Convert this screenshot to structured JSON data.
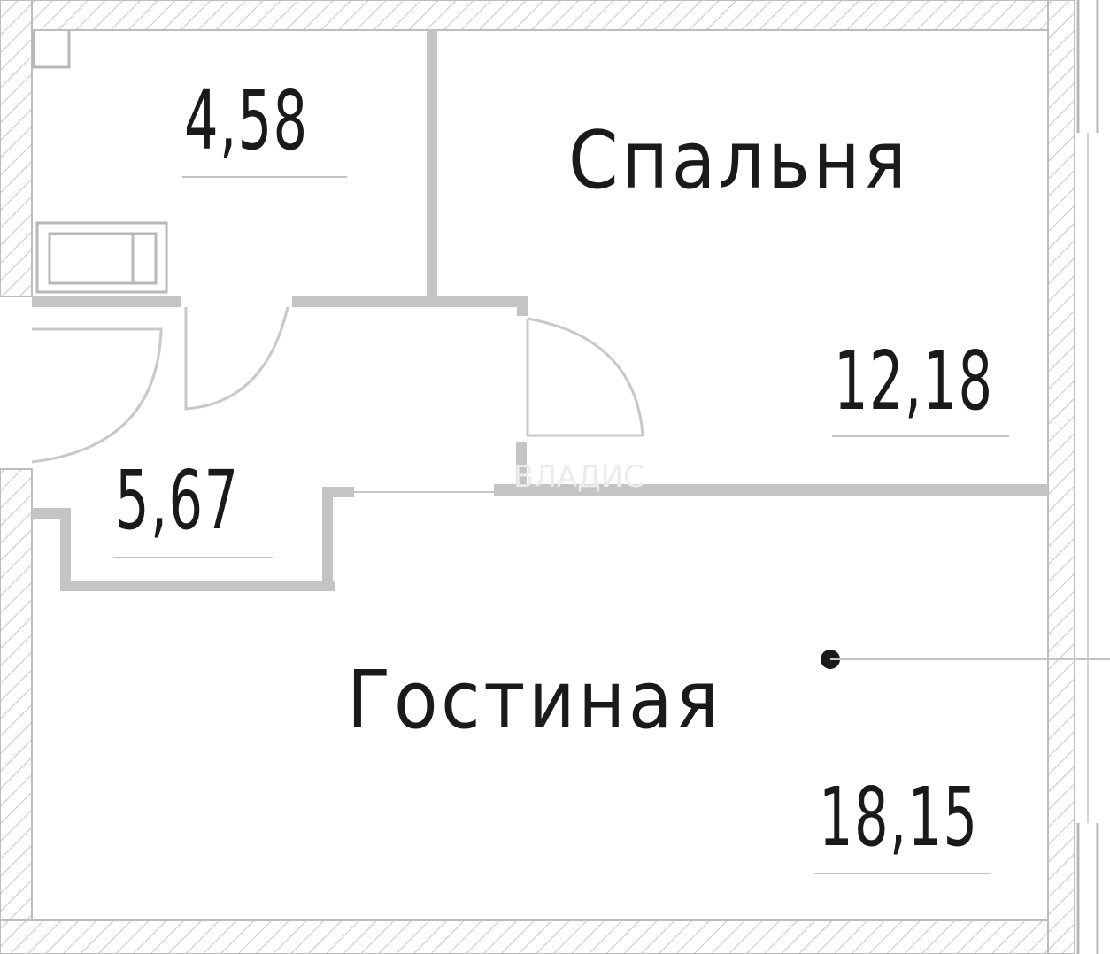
{
  "rooms": [
    {
      "id": "bathroom",
      "name": "",
      "area": "4,58"
    },
    {
      "id": "bedroom",
      "name": "Спальня",
      "area": "12,18"
    },
    {
      "id": "hallway",
      "name": "",
      "area": "5,67"
    },
    {
      "id": "living",
      "name": "Гостиная",
      "area": "18,15"
    }
  ],
  "watermark": "ВЛАДИС",
  "colors": {
    "wall": "#c4c4c4",
    "text": "#1a1a1a",
    "background": "#ffffff"
  }
}
